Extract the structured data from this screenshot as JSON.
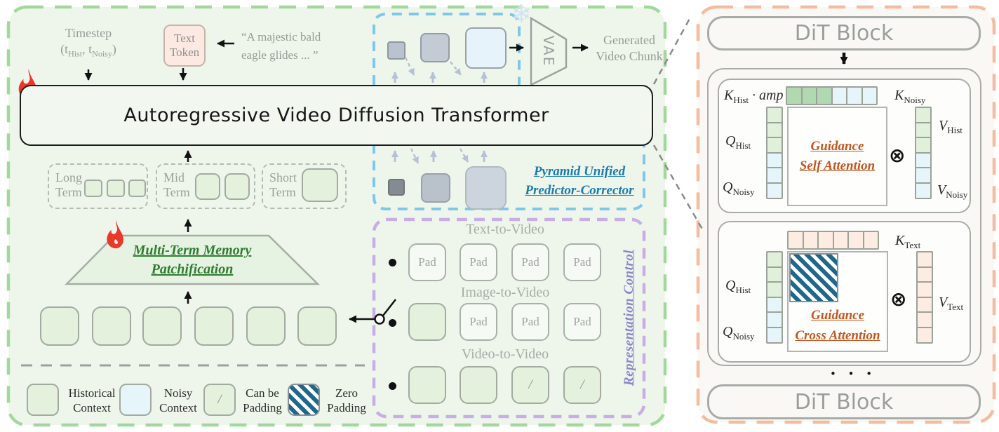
{
  "colors": {
    "panel_green_border": "#a3d89c",
    "panel_green_bg": "#eef6ec",
    "blue_dash": "#7ec7e9",
    "purple_dash": "#c9aee6",
    "orange_dash": "#f6bb9d",
    "right_panel_bg": "#faf8f5",
    "historical_cell": "#e4f1dd",
    "noisy_cell": "#e6f5f9",
    "text_cell": "#fdece1",
    "k_amp_cell": "#b2d8b2",
    "zero_padding_stripe": "#20688a",
    "flame_red": "#e8392a",
    "green_title": "#2e7d32",
    "blue_title": "#1c7bad",
    "orange_title": "#c2571f",
    "purple_title": "#8b86c8",
    "token_box_bg": "#fbe9e2"
  },
  "top": {
    "timestep_line1": "Timestep",
    "timestep_p1": "(t",
    "timestep_sub1": "Hist",
    "timestep_p2": ", t",
    "timestep_sub2": "Noisy",
    "timestep_p3": ")",
    "text_token_line1": "Text",
    "text_token_line2": "Token",
    "prompt_line1": "“A majestic bald",
    "prompt_line2": "eagle glides  ... ”"
  },
  "transformer": {
    "label": "Autoregressive Video Diffusion Transformer"
  },
  "pupc": {
    "line1": "Pyramid Unified",
    "line2": "Predictor-Corrector"
  },
  "vae": {
    "label": "VAE",
    "snowflake": "❄"
  },
  "output": {
    "line1": "Generated",
    "line2": "Video Chunk"
  },
  "memory": {
    "long": "Long Term",
    "mid": "Mid Term",
    "short": "Short Term"
  },
  "patchify": {
    "line1": "Multi-Term Memory",
    "line2": "Patchification"
  },
  "repr": {
    "title": "Representation Control",
    "rows": [
      {
        "label": "Text-to-Video",
        "cells": [
          {
            "text": "Pad"
          },
          {
            "text": "Pad"
          },
          {
            "text": "Pad"
          },
          {
            "text": "Pad"
          }
        ]
      },
      {
        "label": "Image-to-Video",
        "cells": [
          {
            "text": ""
          },
          {
            "text": "Pad"
          },
          {
            "text": "Pad"
          },
          {
            "text": "Pad"
          }
        ]
      },
      {
        "label": "Video-to-Video",
        "cells": [
          {
            "text": ""
          },
          {
            "text": ""
          },
          {
            "text": "/"
          },
          {
            "text": "/"
          }
        ]
      }
    ]
  },
  "legend": {
    "items": [
      {
        "label1": "Historical",
        "label2": "Context"
      },
      {
        "label1": "Noisy",
        "label2": "Context"
      },
      {
        "label1": "Can be",
        "label2": "Padding",
        "symbol": "/"
      },
      {
        "label1": "Zero",
        "label2": "Padding"
      }
    ]
  },
  "dit": {
    "top_block": "DiT Block",
    "bottom_block": "DiT Block",
    "dots": "• • •",
    "self_attn": {
      "title1": "Guidance",
      "title2": "Self Attention",
      "k1": "K",
      "k1_sub": "Hist",
      "k1_suffix": " · amp",
      "k2": "K",
      "k2_sub": "Noisy",
      "q1": "Q",
      "q1_sub": "Hist",
      "q2": "Q",
      "q2_sub": "Noisy",
      "v1": "V",
      "v1_sub": "Hist",
      "v2": "V",
      "v2_sub": "Noisy",
      "otimes": "⊗"
    },
    "cross_attn": {
      "title1": "Guidance",
      "title2": "Cross Attention",
      "k": "K",
      "k_sub": "Text",
      "q1": "Q",
      "q1_sub": "Hist",
      "q2": "Q",
      "q2_sub": "Noisy",
      "v": "V",
      "v_sub": "Text",
      "otimes": "⊗"
    }
  }
}
